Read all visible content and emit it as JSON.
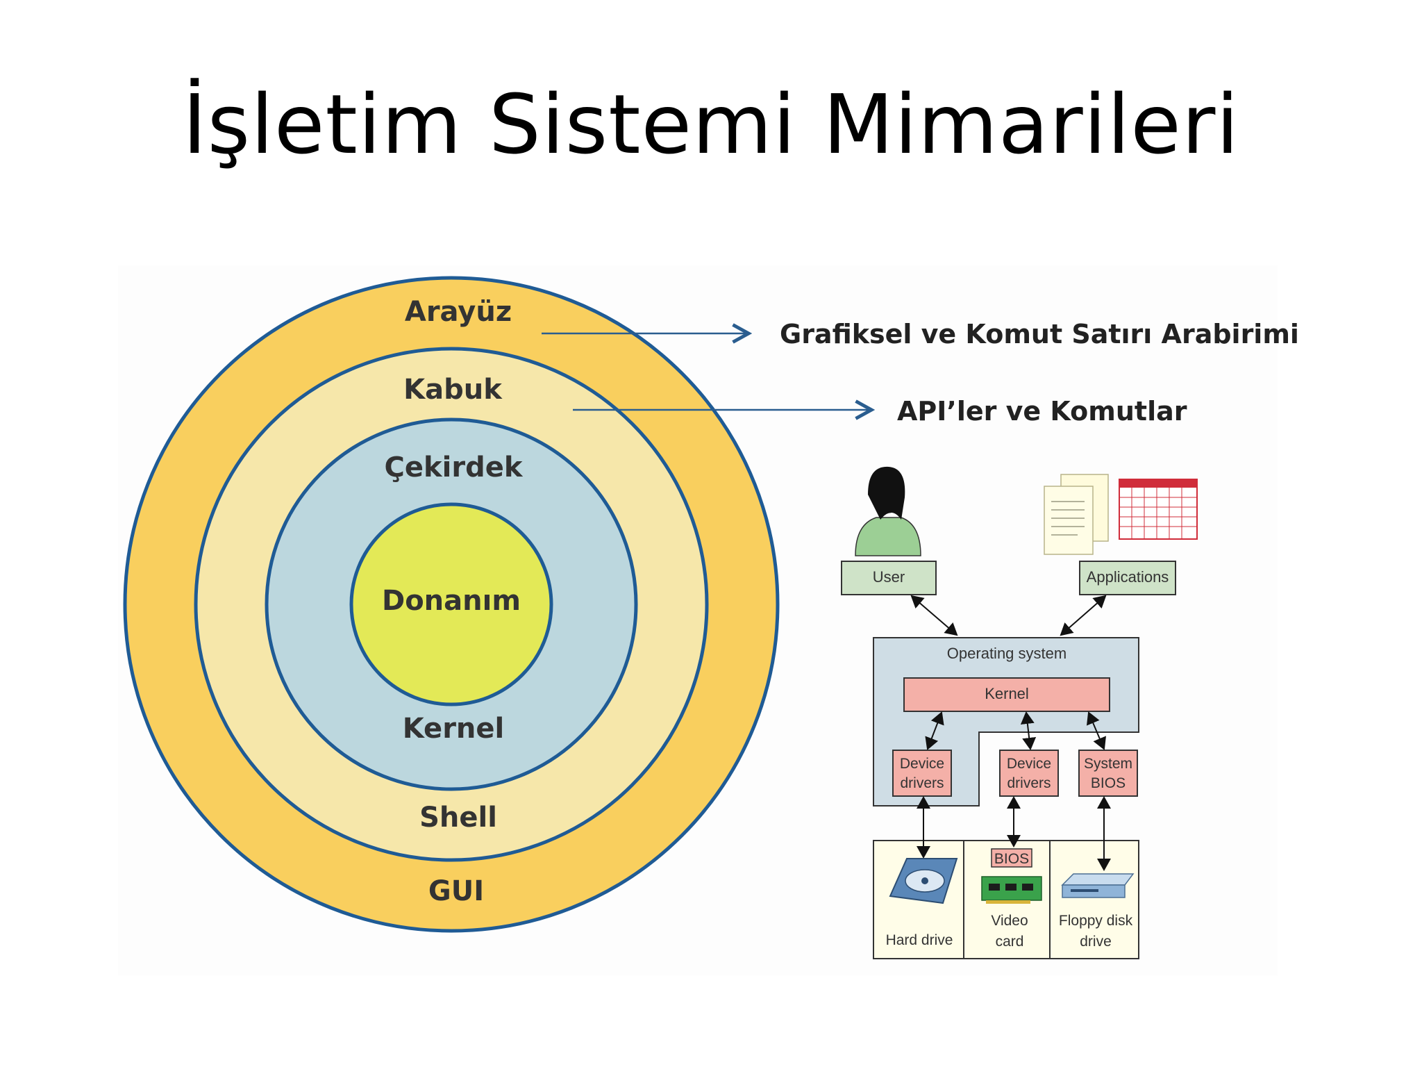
{
  "slide": {
    "title": "İşletim Sistemi Mimarileri"
  },
  "rings": {
    "arayuz": "Arayüz",
    "kabuk": "Kabuk",
    "cekirdek": "Çekirdek",
    "donanim": "Donanım",
    "kernel": "Kernel",
    "shell": "Shell",
    "gui": "GUI"
  },
  "callouts": {
    "interface": "Grafiksel ve Komut Satırı Arabirimi",
    "shell": "API’ler ve Komutlar"
  },
  "os_diagram": {
    "user": "User",
    "applications": "Applications",
    "operating_system": "Operating system",
    "kernel": "Kernel",
    "device_drivers_1": [
      "Device",
      "drivers"
    ],
    "device_drivers_2": [
      "Device",
      "drivers"
    ],
    "system_bios": [
      "System",
      "BIOS"
    ],
    "hard_drive": "Hard drive",
    "bios_chip": "BIOS",
    "video_card": [
      "Video",
      "card"
    ],
    "floppy": [
      "Floppy disk",
      "drive"
    ]
  },
  "colors": {
    "outer_ring": "#f9cf5e",
    "middle_ring": "#f6e7aa",
    "inner_ring": "#bcd7de",
    "core": "#e3e957",
    "ring_stroke": "#1f5b95",
    "box_green": "#cfe3c8",
    "box_red": "#f4b0a8",
    "os_panel": "#cfdde5"
  }
}
